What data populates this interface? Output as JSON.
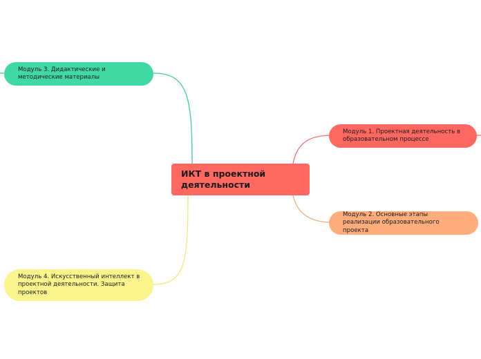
{
  "central": {
    "label": "ИКТ в проектной деятельности",
    "color": "#ff6761"
  },
  "topics": [
    {
      "id": "m1",
      "label": "Модуль 1. Проектная деятельность в образовательном процессе",
      "color": "#ff6761",
      "line_color": "#f07068"
    },
    {
      "id": "m2",
      "label": "Модуль 2.  Основные этапы реализации образовательного проекта",
      "color": "#ffad7c",
      "line_color": "#f8ad80"
    },
    {
      "id": "m3",
      "label": "Модуль 3. Дидактические и методические материалы",
      "color": "#40d9a4",
      "line_color": "#3ccf9c"
    },
    {
      "id": "m4",
      "label": "Модуль 4. Искусственный интеллект в проектной деятельности. Защита проектов",
      "color": "#fcf58d",
      "line_color": "#f2e87a"
    }
  ]
}
